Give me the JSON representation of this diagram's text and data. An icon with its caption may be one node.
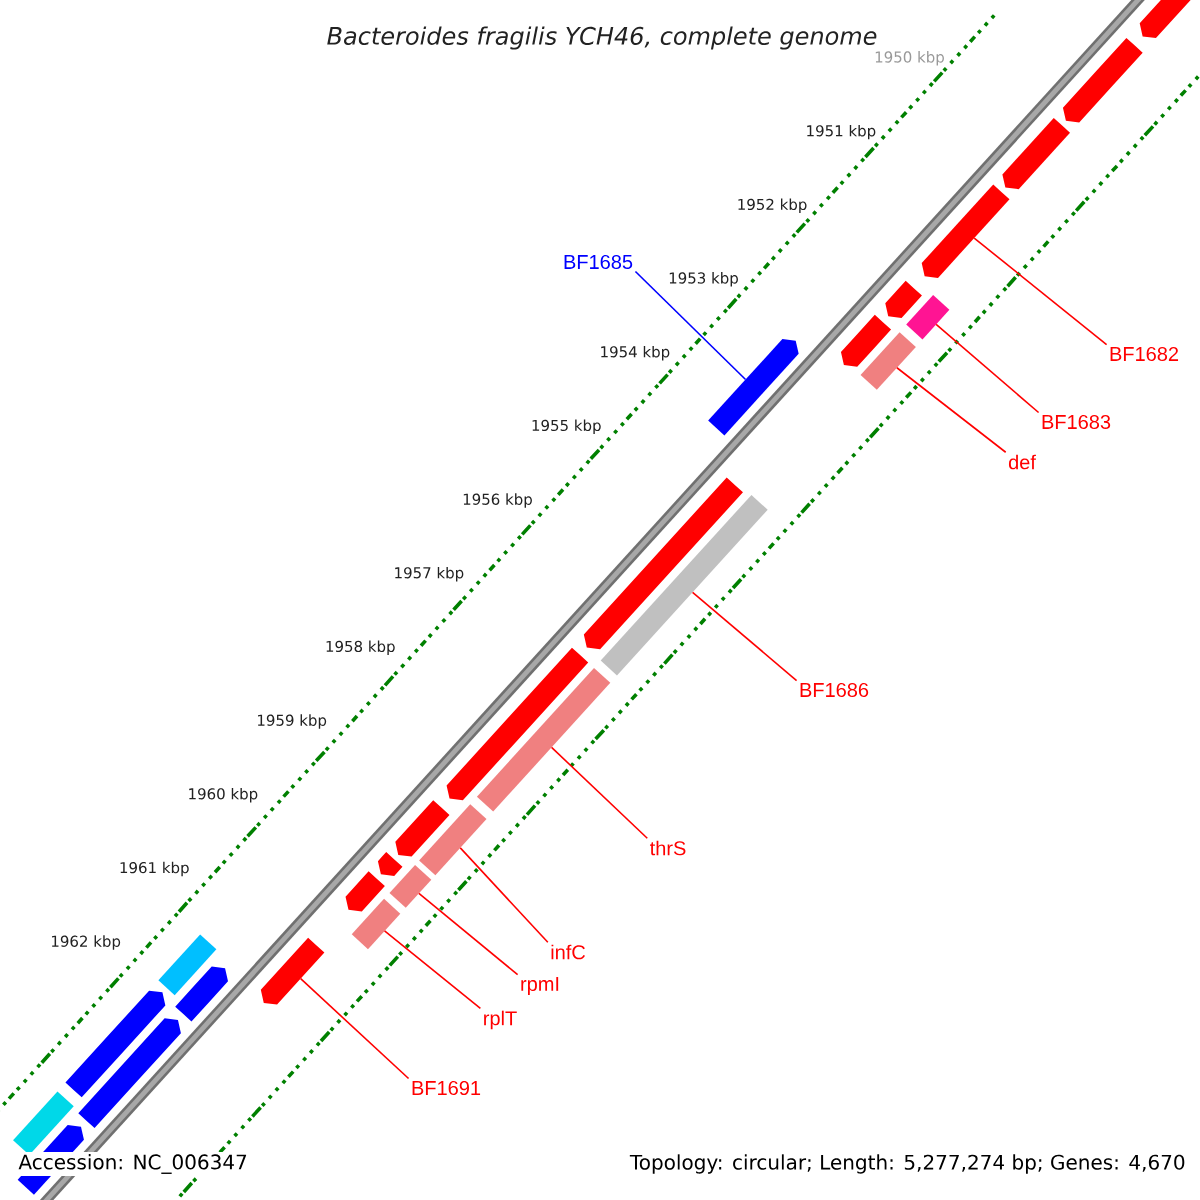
{
  "diagram": {
    "title": "Bacteroides fragilis YCH46, complete genome",
    "nodes": [
      {
        "text": [],
        "shape": "pentagon"
      },
      {
        "text": [],
        "shape": "pentagon"
      },
      {
        "text": [],
        "shape": "pentagon"
      },
      {
        "text": [],
        "shape": "pentagon"
      },
      {
        "text": [],
        "shape": "pentagon"
      },
      {
        "text": [],
        "shape": "box"
      },
      {
        "text": [],
        "shape": "pentagon"
      },
      {
        "text": [],
        "shape": "box"
      },
      {
        "text": [],
        "shape": "pentagon"
      },
      {
        "text": [],
        "shape": "pentagon"
      },
      {
        "text": [],
        "shape": "box"
      },
      {
        "text": [],
        "shape": "pentagon"
      },
      {
        "text": [],
        "shape": "box"
      },
      {
        "text": [],
        "shape": "pentagon"
      },
      {
        "text": [],
        "shape": "box"
      },
      {
        "text": [],
        "shape": "pentagon"
      },
      {
        "text": [],
        "shape": "box"
      },
      {
        "text": [],
        "shape": "pentagon"
      },
      {
        "text": [],
        "shape": "box"
      },
      {
        "text": [],
        "shape": "pentagon"
      },
      {
        "text": [],
        "shape": "box"
      },
      {
        "text": [],
        "shape": "pentagon"
      },
      {
        "text": [],
        "shape": "pentagon"
      },
      {
        "text": [],
        "shape": "pentagon"
      },
      {
        "text": [],
        "shape": "box"
      },
      {
        "text": [],
        "shape": "pentagon"
      },
      {
        "text": [
          "BF1685"
        ]
      },
      {
        "text": [
          "BF1682"
        ]
      },
      {
        "text": [
          "BF1683"
        ]
      },
      {
        "text": [
          "def"
        ]
      },
      {
        "text": [
          "BF1686"
        ]
      },
      {
        "text": [
          "thrS"
        ]
      },
      {
        "text": [
          "infC"
        ]
      },
      {
        "text": [
          "rpmI"
        ]
      },
      {
        "text": [
          "rplT"
        ]
      },
      {
        "text": [
          "BF1691"
        ]
      }
    ],
    "edges": [
      {
        "from": 26,
        "to": 8,
        "arrow": "none",
        "color": "#0000ff"
      },
      {
        "from": 27,
        "to": 3,
        "arrow": "none"
      },
      {
        "from": 28,
        "to": 5,
        "arrow": "none"
      },
      {
        "from": 29,
        "to": 7,
        "arrow": "none"
      },
      {
        "from": 30,
        "to": 10,
        "arrow": "none"
      },
      {
        "from": 31,
        "to": 12,
        "arrow": "none"
      },
      {
        "from": 32,
        "to": 14,
        "arrow": "none"
      },
      {
        "from": 33,
        "to": 16,
        "arrow": "none"
      },
      {
        "from": 34,
        "to": 18,
        "arrow": "none"
      },
      {
        "from": 35,
        "to": 19,
        "arrow": "none"
      }
    ],
    "labels": [
      "1950 kbp",
      "1951 kbp",
      "1952 kbp",
      "1953 kbp",
      "1954 kbp",
      "1955 kbp",
      "1956 kbp",
      "1957 kbp",
      "1958 kbp",
      "1959 kbp",
      "1960 kbp",
      "1961 kbp",
      "1962 kbp",
      "Accession: NC_006347",
      "Topology: circular; Length: 5,277,274 bp; Genes: 4,670"
    ]
  }
}
